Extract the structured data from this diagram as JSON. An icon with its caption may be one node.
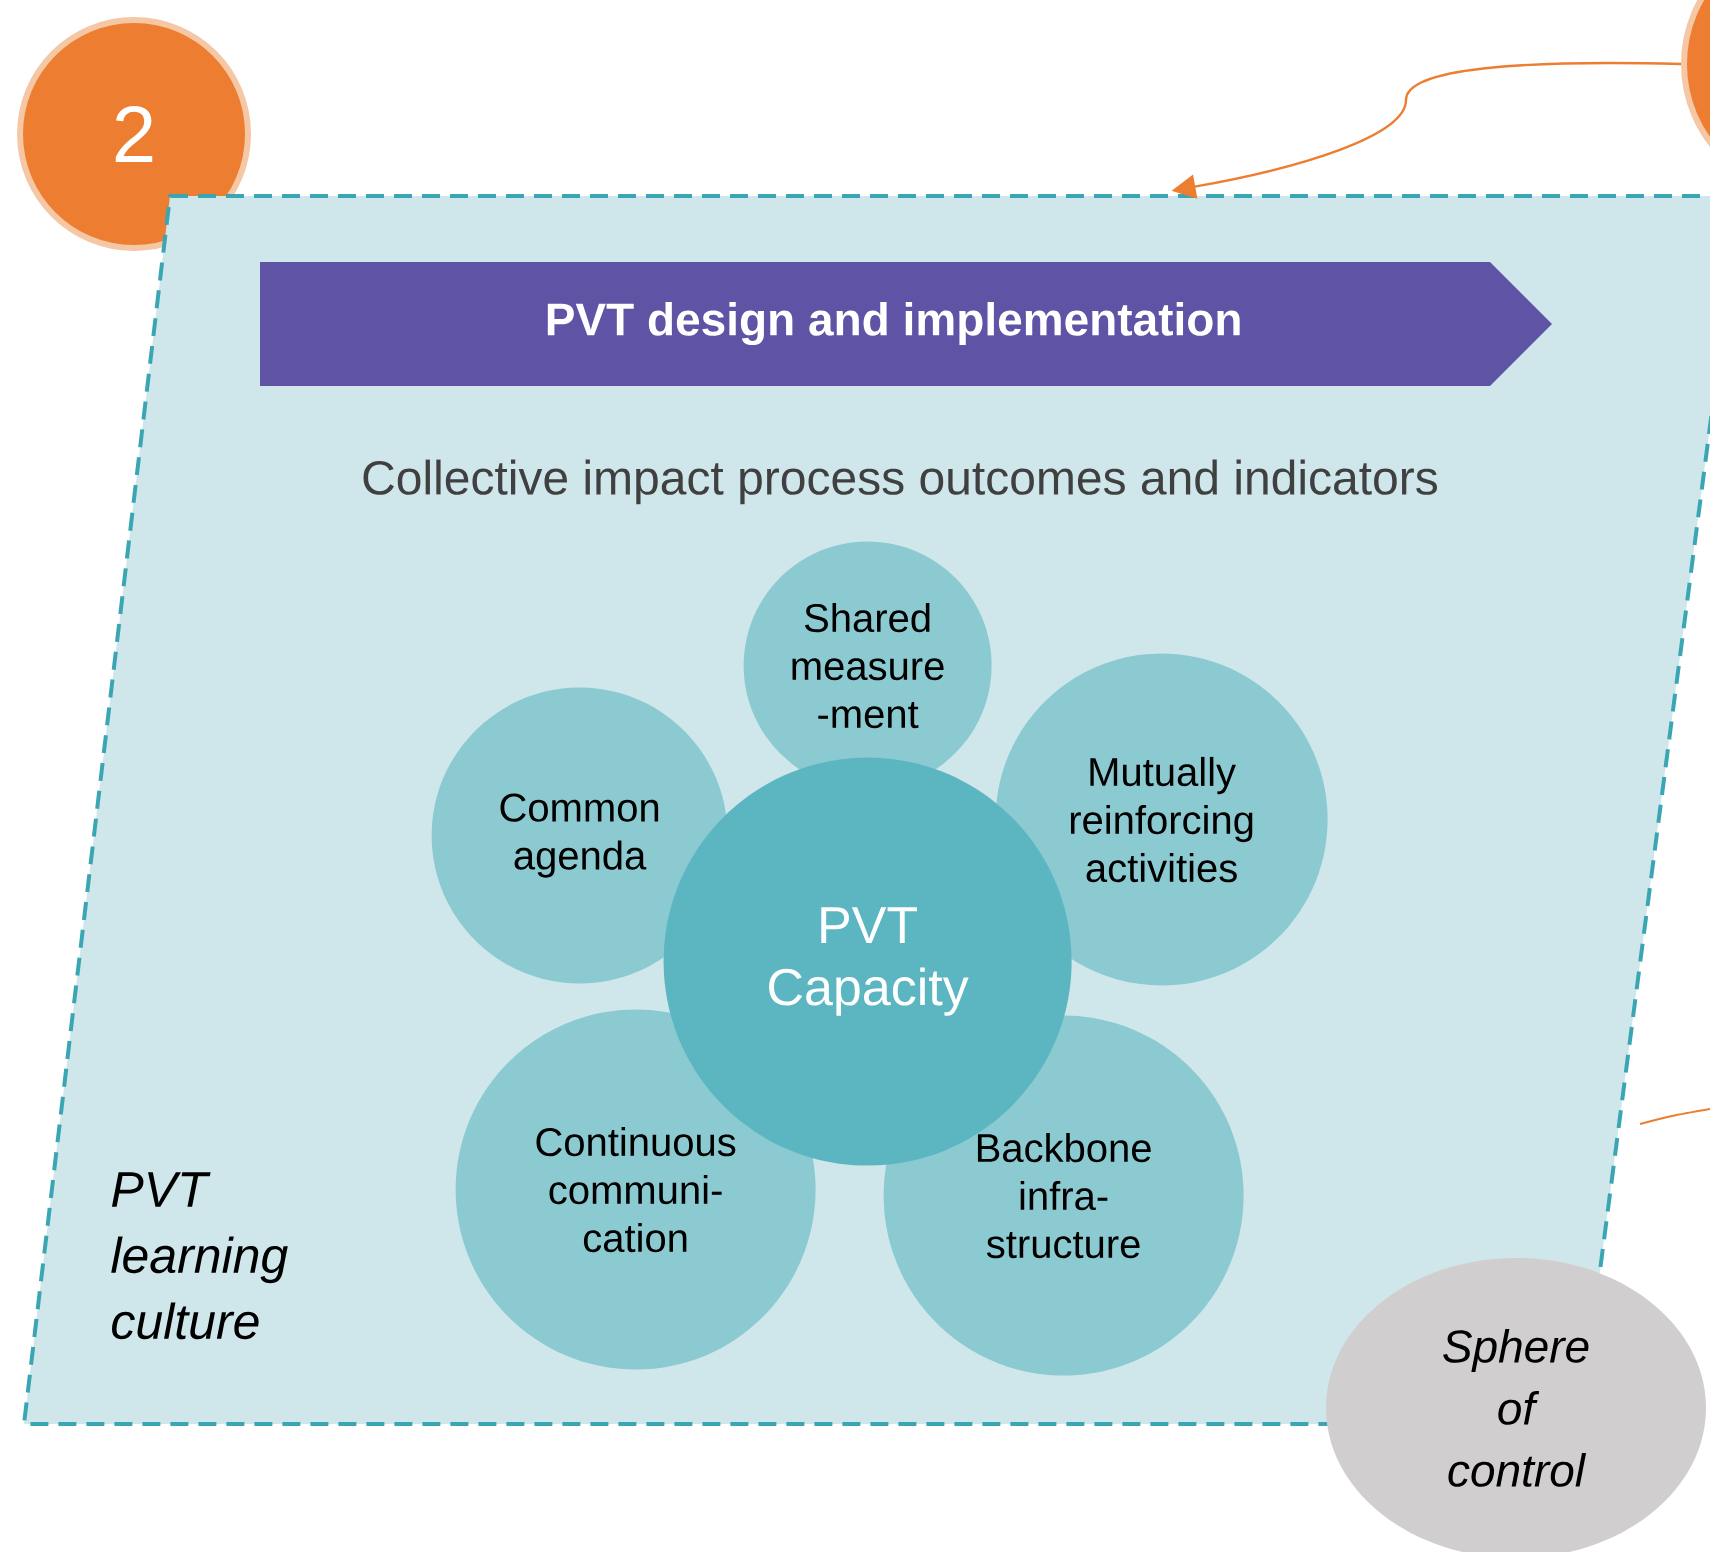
{
  "diagram": {
    "nodes": [
      {
        "text": [
          "2"
        ]
      },
      {
        "text": [
          "PVT learning culture"
        ]
      },
      {
        "text": [
          "PVT design and implementation"
        ],
        "in": 1
      },
      {
        "text": [
          "Shared measure -ment"
        ],
        "in": 1
      },
      {
        "text": [
          "Common agenda"
        ],
        "in": 1
      },
      {
        "text": [
          "Mutually reinforcing activities"
        ],
        "in": 1
      },
      {
        "text": [
          "PVT Capacity"
        ],
        "in": 1
      },
      {
        "text": [
          "Continuous communi- cation"
        ],
        "in": 1
      },
      {
        "text": [
          "Backbone infra- structure"
        ],
        "in": 1
      },
      {
        "text": [
          "Sphere of control"
        ]
      },
      {
        "text": [],
        "shape": "circle"
      }
    ],
    "edges": [
      {
        "from": 10,
        "to": 1,
        "arrow": "to",
        "color": "#ed7d31"
      }
    ],
    "labels": [
      "Collective impact process outcomes and indicators"
    ]
  }
}
